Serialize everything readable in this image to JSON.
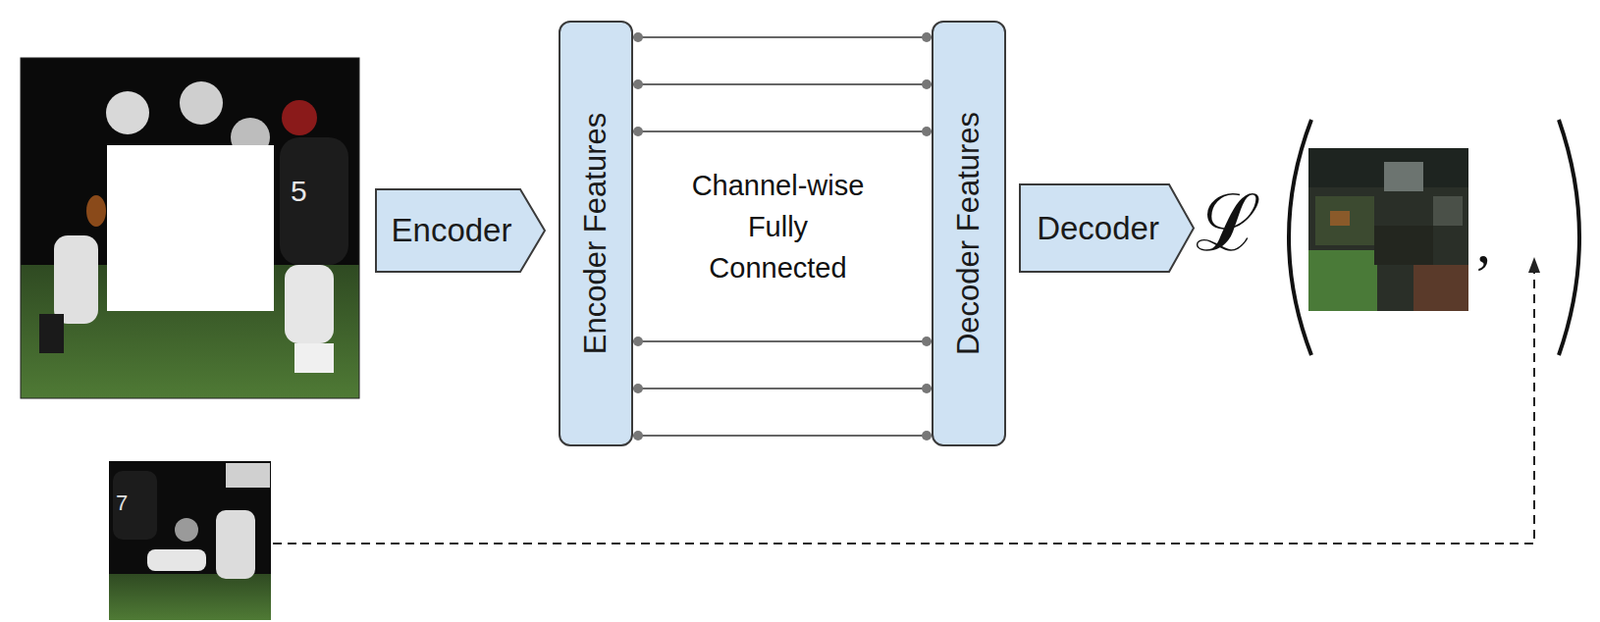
{
  "diagram": {
    "nodes": [
      {
        "text": [
          "Encoder"
        ]
      },
      {
        "text": [
          "Encoder Features"
        ]
      },
      {
        "text": [
          "Decoder Features"
        ]
      },
      {
        "text": [
          "Decoder"
        ]
      }
    ],
    "edges": [
      {
        "from": 1,
        "to": 2,
        "arrow": "none"
      },
      {
        "from": 1,
        "to": 2,
        "arrow": "none"
      },
      {
        "from": 1,
        "to": 2,
        "arrow": "none"
      },
      {
        "from": 1,
        "to": 2,
        "arrow": "none"
      },
      {
        "from": 1,
        "to": 2,
        "arrow": "none"
      },
      {
        "from": 1,
        "to": 2,
        "arrow": "none"
      }
    ],
    "labels": [
      "Channel-wise Fully Connected",
      "ℒ",
      ","
    ]
  }
}
